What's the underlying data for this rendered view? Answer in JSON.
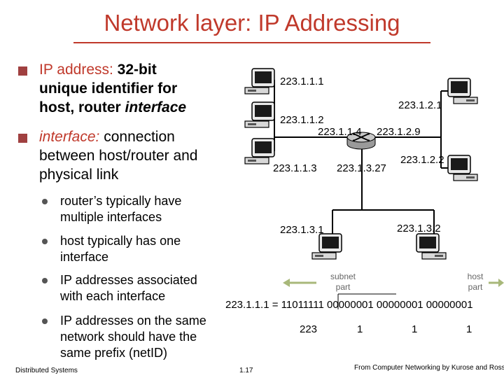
{
  "title": "Network layer: IP Addressing",
  "bullets": {
    "b1": {
      "prefix": "IP address:",
      "rest1": " 32-bit",
      "line2": "unique identifier for",
      "line3_a": "host, router ",
      "line3_b": "interface"
    },
    "b2": {
      "prefix": "interface:",
      "rest1": " connection",
      "line2": "between host/router and",
      "line3": "physical link"
    },
    "subs": [
      {
        "line1": "router’s typically have",
        "line2": "multiple interfaces"
      },
      {
        "line1": "host typically has one",
        "line2": "interface"
      },
      {
        "line1": "IP addresses associated",
        "line2": "with each interface"
      },
      {
        "line1": "IP addresses on the same",
        "line2": "network should have the",
        "line3": "same prefix (netID)"
      }
    ]
  },
  "network": {
    "labels": {
      "h111": "223.1.1.1",
      "h112": "223.1.1.2",
      "r114": "223.1.1.4",
      "h113": "223.1.1.3",
      "h121": "223.1.2.1",
      "r129": "223.1.2.9",
      "h122": "223.1.2.2",
      "r1327": "223.1.3.27",
      "h131": "223.1.3.1",
      "h132": "223.1.3.2"
    },
    "icons": {
      "host": "desktop-computer-icon",
      "router": "router-icon"
    }
  },
  "address": {
    "subnet_part": "subnet part",
    "host_part": "host part",
    "binary_line": "223.1.1.1 = 11011111 00000001 00000001 00000001",
    "decimals": [
      "223",
      "1",
      "1",
      "1"
    ]
  },
  "footer": {
    "left": "Distributed Systems",
    "page": "1.17",
    "right": "From Computer Networking by Kurose and Ross."
  },
  "colors": {
    "title": "#c0392b",
    "arrow": "#a8b87a",
    "router": "#c8c8c8"
  }
}
